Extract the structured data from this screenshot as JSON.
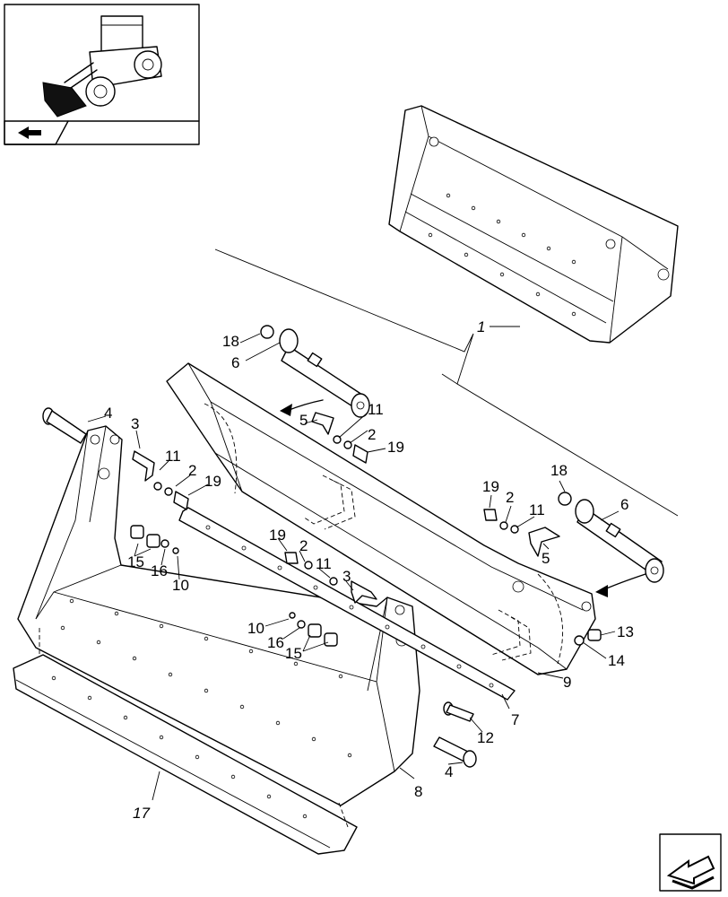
{
  "callouts": {
    "c1": "1",
    "c2a": "2",
    "c2b": "2",
    "c2c": "2",
    "c3a": "3",
    "c3b": "3",
    "c4a": "4",
    "c4b": "4",
    "c5a": "5",
    "c5b": "5",
    "c6a": "6",
    "c6b": "6",
    "c7": "7",
    "c8": "8",
    "c9": "9",
    "c10a": "10",
    "c10b": "10",
    "c11a": "11",
    "c11b": "11",
    "c11c": "11",
    "c11d": "11",
    "c12": "12",
    "c13": "13",
    "c14": "14",
    "c15a": "15",
    "c15b": "15",
    "c16a": "16",
    "c16b": "16",
    "c17": "17",
    "c18a": "18",
    "c18b": "18",
    "c19a": "19",
    "c19b": "19",
    "c19c": "19"
  },
  "icons": {
    "thumbnail": "wheel-loader-thumbnail",
    "back_nav": "back-arrow-icon",
    "next_nav": "next-arrow-icon"
  }
}
